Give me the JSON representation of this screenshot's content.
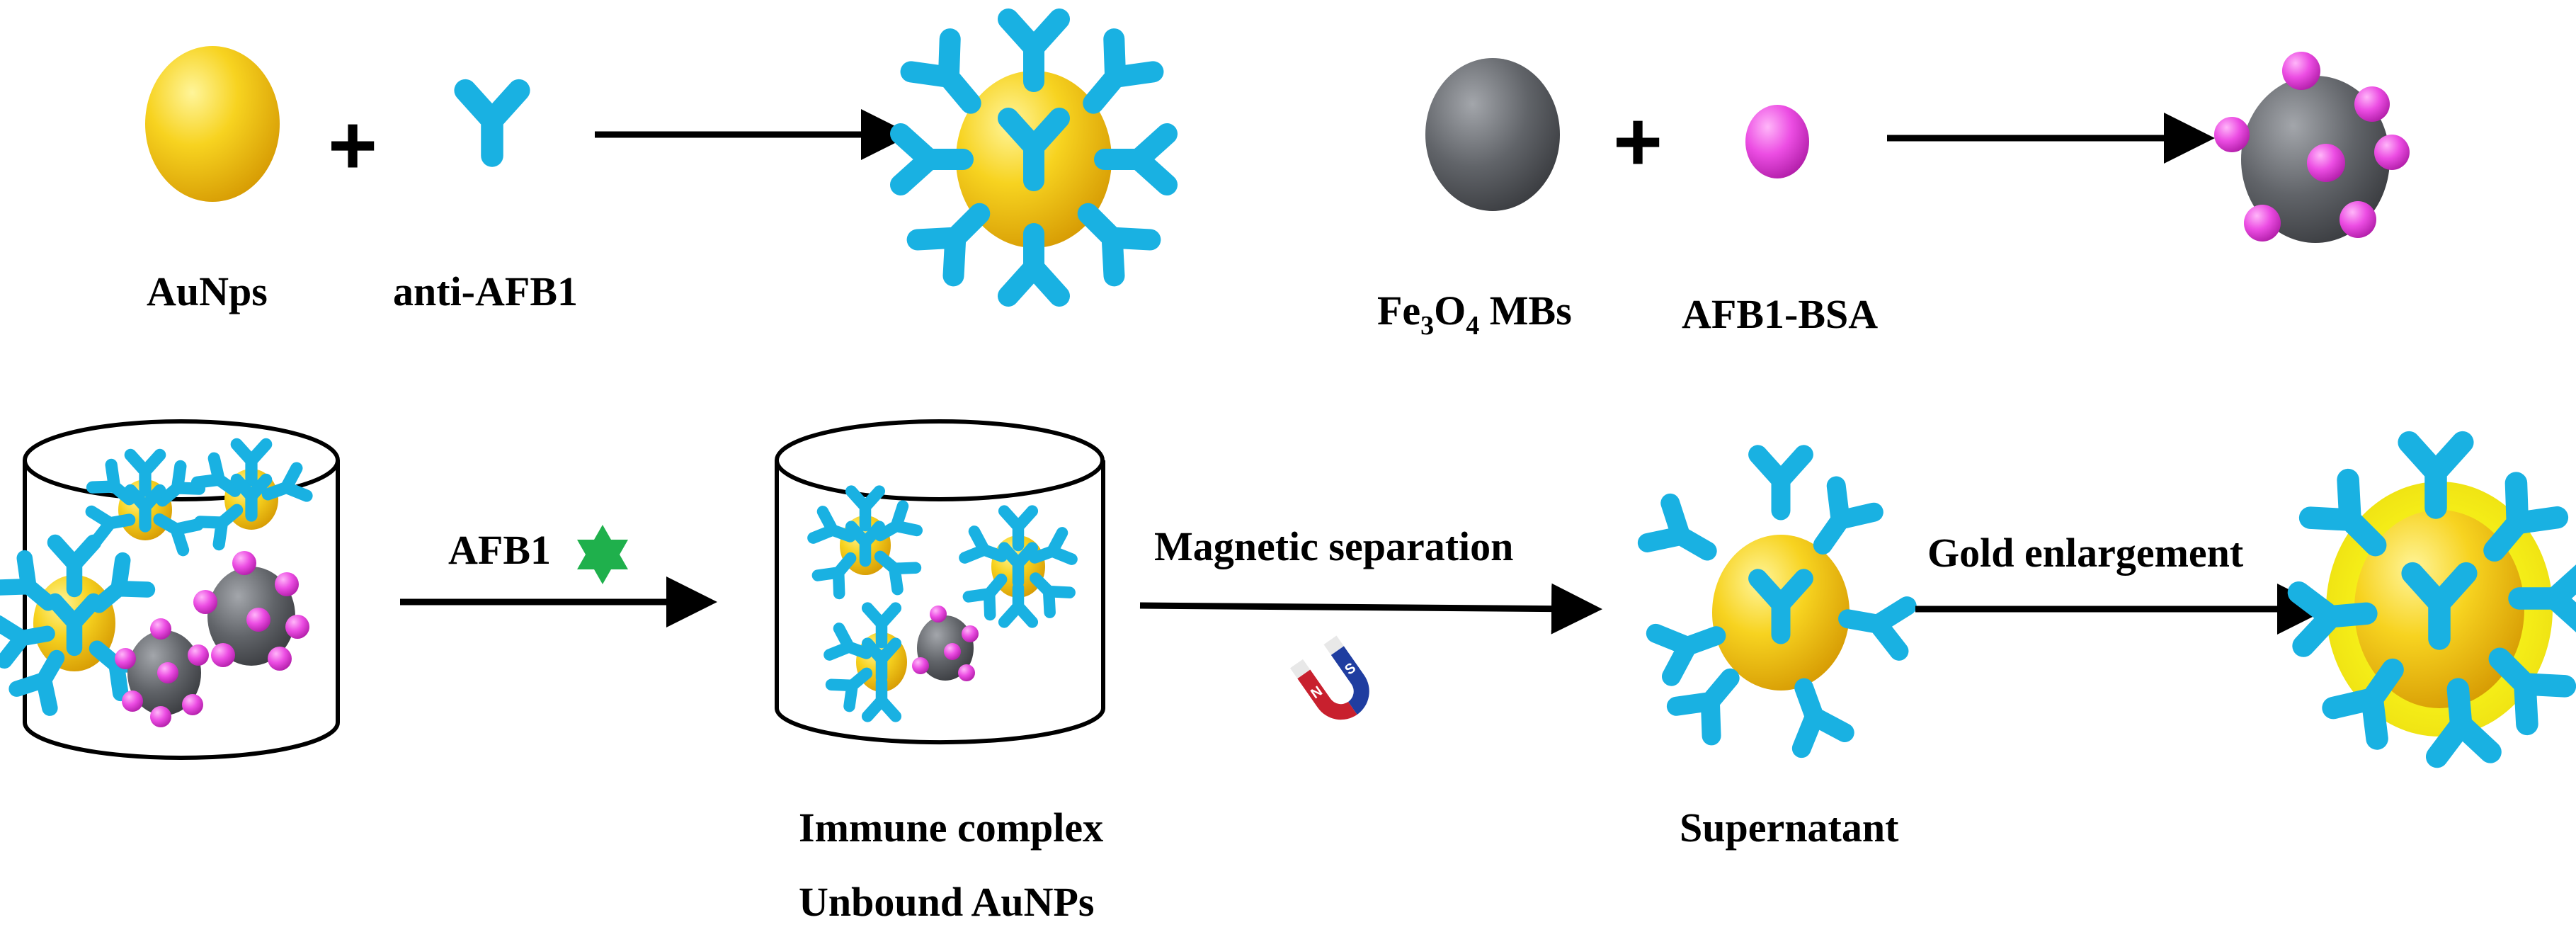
{
  "labels": {
    "aunps": "AuNps",
    "anti_afb1": "anti-AFB1",
    "fe3o4": {
      "base1": "Fe",
      "sub1": "3",
      "base2": "O",
      "sub2": "4",
      "tail": " MBs"
    },
    "afb1_bsa": "AFB1-BSA",
    "afb1": "AFB1",
    "magnetic_separation": "Magnetic separation",
    "gold_enlargement": "Gold enlargement",
    "immune_complex": "Immune complex",
    "unbound_aunps": "Unbound AuNPs",
    "supernatant": "Supernatant"
  },
  "symbols": {
    "plus": "+"
  },
  "icons": {
    "gold_nanoparticle": "gold-sphere-icon",
    "antibody": "y-shaped-antibody-icon",
    "magnetic_bead": "grey-sphere-icon",
    "antigen": "magenta-sphere-icon",
    "analyte": "green-hexagram-icon",
    "magnet": "horseshoe-magnet-icon",
    "container": "cylinder-vessel-icon"
  },
  "magnet_poles": {
    "north": "N",
    "south": "S"
  },
  "colors": {
    "gold": "#f3c813",
    "gold_halo": "#f5ef18",
    "antibody": "#19b1e2",
    "magnetic_bead": "#5d5f63",
    "antigen": "#e448dd",
    "analyte": "#1fb04c",
    "magnet_red": "#c8202e",
    "magnet_blue": "#1f3da0"
  }
}
